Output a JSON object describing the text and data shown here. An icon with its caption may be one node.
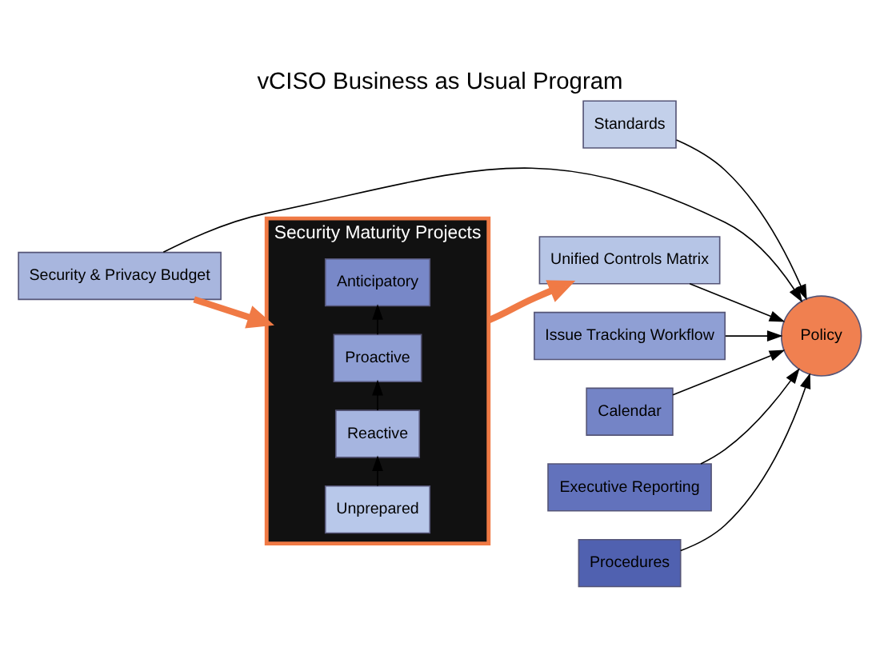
{
  "diagram": {
    "title": "vCISO Business as Usual Program",
    "nodes": [
      {
        "text": [
          "Policy"
        ]
      },
      {
        "text": [
          "Standards"
        ]
      },
      {
        "text": [
          "Unified Controls Matrix"
        ]
      },
      {
        "text": [
          "Security & Privacy Budget"
        ]
      },
      {
        "text": [
          "Issue Tracking Workflow"
        ]
      },
      {
        "text": [
          "Calendar"
        ]
      },
      {
        "text": [
          "Executive Reporting"
        ]
      },
      {
        "text": [
          "Procedures"
        ]
      },
      {
        "text": [
          "Security Maturity Projects"
        ]
      },
      {
        "text": [
          "Unprepared"
        ],
        "in": 8
      },
      {
        "text": [
          "Reactive"
        ],
        "in": 8
      },
      {
        "text": [
          "Proactive"
        ],
        "in": 8
      },
      {
        "text": [
          "Anticipatory"
        ],
        "in": 8
      }
    ],
    "edges": [
      {
        "from": 1,
        "to": 0,
        "arrow": "to"
      },
      {
        "from": 2,
        "to": 0,
        "arrow": "to"
      },
      {
        "from": 3,
        "to": 0,
        "arrow": "to"
      },
      {
        "from": 4,
        "to": 0,
        "arrow": "to"
      },
      {
        "from": 5,
        "to": 0,
        "arrow": "to"
      },
      {
        "from": 6,
        "to": 0,
        "arrow": "to"
      },
      {
        "from": 7,
        "to": 0,
        "arrow": "to"
      },
      {
        "from": 9,
        "to": 10,
        "arrow": "to"
      },
      {
        "from": 10,
        "to": 11,
        "arrow": "to"
      },
      {
        "from": 11,
        "to": 12,
        "arrow": "to"
      },
      {
        "from": 8,
        "to": 2,
        "arrow": "to",
        "style": "thick",
        "color": "#f07a45"
      },
      {
        "from": 3,
        "to": 8,
        "arrow": "to",
        "style": "thick",
        "color": "#f07a45"
      }
    ]
  }
}
